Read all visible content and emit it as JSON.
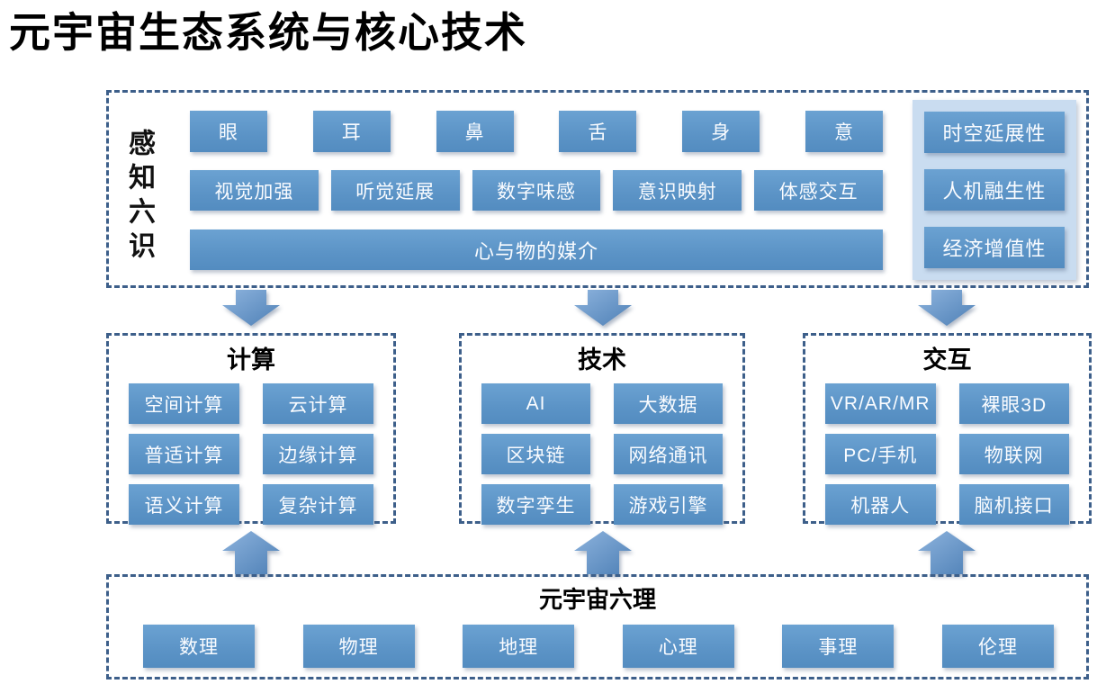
{
  "title": "元宇宙生态系统与核心技术",
  "colors": {
    "box_blue": "#5b93c6",
    "side_panel_light": "#c9dcf0",
    "dashed_border": "#3d5f8a",
    "arrow_blue": "#5b8fc8",
    "title_text": "#000000",
    "box_text": "#ffffff"
  },
  "perception": {
    "label": "感知六识",
    "senses": [
      "眼",
      "耳",
      "鼻",
      "舌",
      "身",
      "意"
    ],
    "enhancements": [
      "视觉加强",
      "听觉延展",
      "数字味感",
      "意识映射",
      "体感交互"
    ],
    "bar": "心与物的媒介",
    "side_panel": [
      "时空延展性",
      "人机融生性",
      "经济增值性"
    ]
  },
  "sections": [
    {
      "title": "计算",
      "items": [
        "空间计算",
        "云计算",
        "普适计算",
        "边缘计算",
        "语义计算",
        "复杂计算"
      ]
    },
    {
      "title": "技术",
      "items": [
        "AI",
        "大数据",
        "区块链",
        "网络通讯",
        "数字孪生",
        "游戏引擎"
      ]
    },
    {
      "title": "交互",
      "items": [
        "VR/AR/MR",
        "裸眼3D",
        "PC/手机",
        "物联网",
        "机器人",
        "脑机接口"
      ]
    }
  ],
  "bottom": {
    "title": "元宇宙六理",
    "items": [
      "数理",
      "物理",
      "地理",
      "心理",
      "事理",
      "伦理"
    ]
  }
}
